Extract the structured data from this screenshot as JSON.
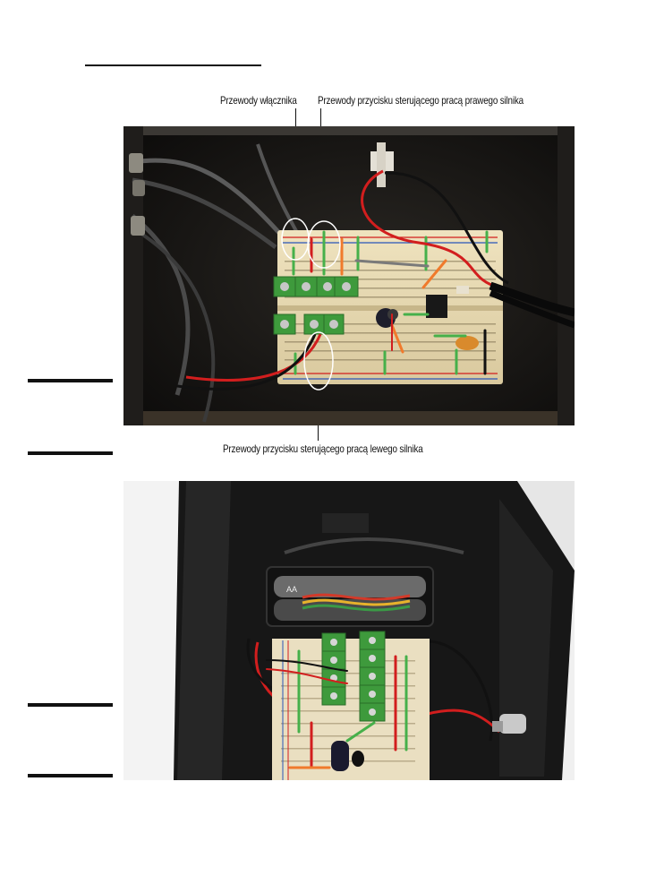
{
  "figure1": {
    "callout_left": "Przewody włącznika",
    "callout_right": "Przewody przycisku sterującego pracą prawego silnika",
    "callout_bottom": "Przewody przycisku sterującego pracą lewego silnika"
  },
  "figure2": {
    "battery_text": "AA"
  },
  "colors": {
    "wire_red": "#d21e1e",
    "wire_black": "#111111",
    "terminal_green": "#3e9a3c",
    "breadboard": "#e9dcb8",
    "enclosure": "#161616"
  }
}
